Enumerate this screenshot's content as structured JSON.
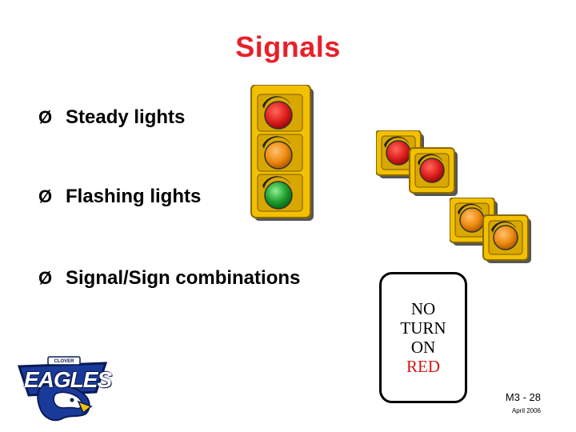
{
  "slide": {
    "title": "Signals",
    "bullets": [
      {
        "marker": "Ø",
        "text": "Steady lights"
      },
      {
        "marker": "Ø",
        "text": "Flashing lights"
      },
      {
        "marker": "Ø",
        "text": "Signal/Sign combinations"
      }
    ]
  },
  "sign": {
    "lines": [
      {
        "text": "NO",
        "color": "#000000"
      },
      {
        "text": "TURN",
        "color": "#000000"
      },
      {
        "text": "ON",
        "color": "#000000"
      },
      {
        "text": "RED",
        "color": "#d01818"
      }
    ]
  },
  "footer": {
    "slide_number": "M3 -  28",
    "date": "April 2006"
  },
  "logo": {
    "small_text": "CLOVER",
    "word": "EAGLES"
  },
  "colors": {
    "title": "#e8202a",
    "signal_housing": "#f2c000",
    "red_light": "#e02020",
    "amber_light": "#f08c10",
    "green_light": "#20a030"
  }
}
